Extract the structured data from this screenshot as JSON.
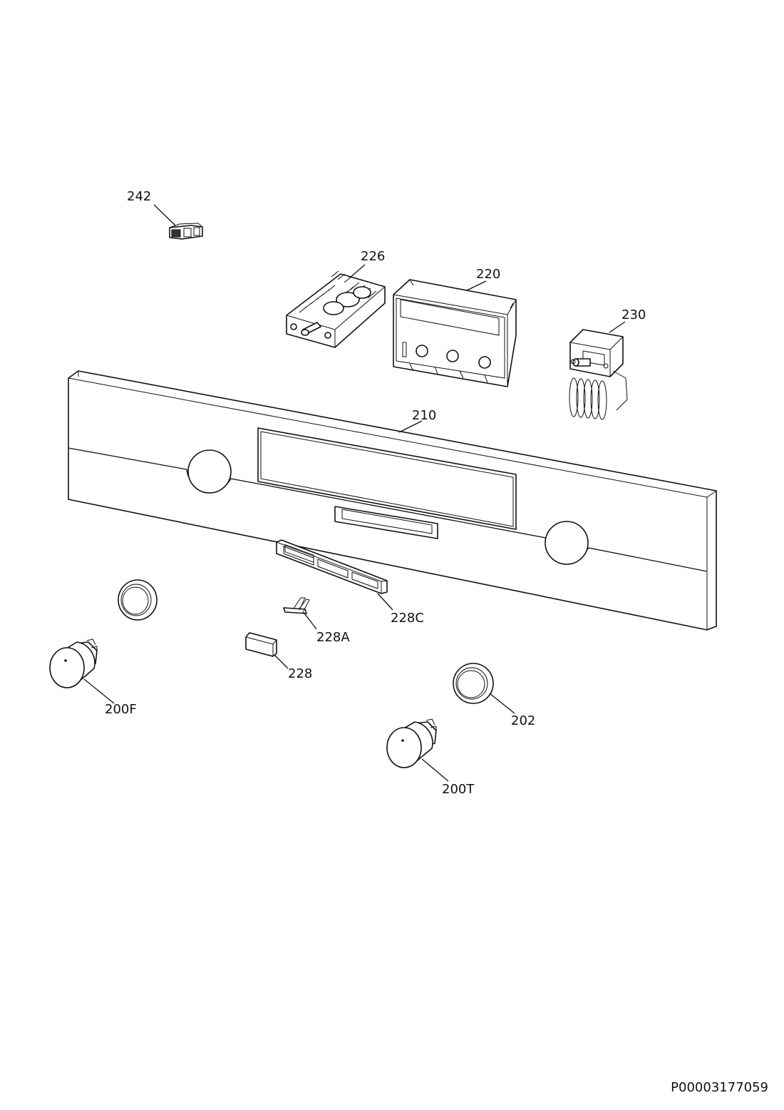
{
  "document_id": "P00003177059",
  "parts": [
    {
      "key": "p242",
      "label": "242"
    },
    {
      "key": "p226",
      "label": "226"
    },
    {
      "key": "p220",
      "label": "220"
    },
    {
      "key": "p230",
      "label": "230"
    },
    {
      "key": "p210",
      "label": "210"
    },
    {
      "key": "p228C",
      "label": "228C"
    },
    {
      "key": "p228A",
      "label": "228A"
    },
    {
      "key": "p228",
      "label": "228"
    },
    {
      "key": "p200F",
      "label": "200F"
    },
    {
      "key": "p202",
      "label": "202"
    },
    {
      "key": "p200T",
      "label": "200T"
    }
  ]
}
